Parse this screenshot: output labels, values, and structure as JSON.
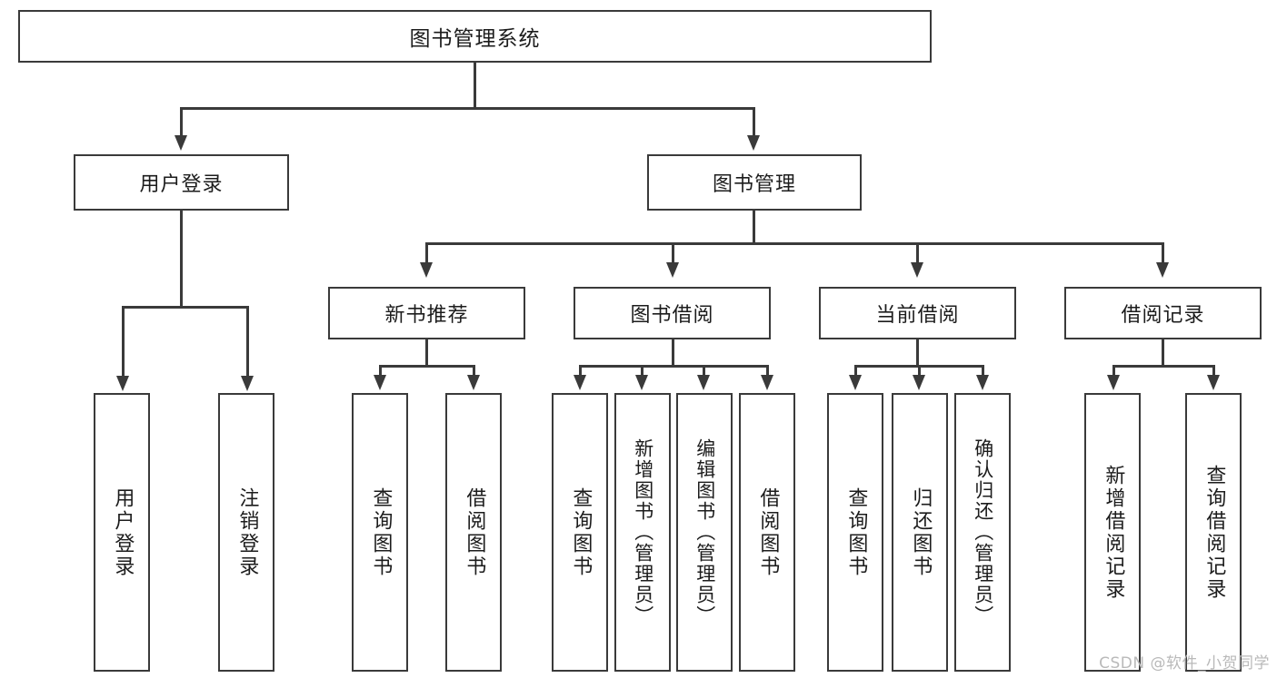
{
  "diagram": {
    "title": "图书管理系统",
    "type": "tree",
    "orientation": "top-down",
    "watermark": "CSDN @软件_小贺同学",
    "colors": {
      "box_border": "#3a3a3a",
      "box_fill": "#ffffff",
      "connector": "#3a3a3a",
      "text": "#1c1c1c",
      "watermark": "#b9b9b9",
      "background": "#ffffff"
    },
    "root": {
      "label": "图书管理系统"
    },
    "level2": [
      {
        "label": "用户登录"
      },
      {
        "label": "图书管理"
      }
    ],
    "level3": [
      {
        "label": "新书推荐"
      },
      {
        "label": "图书借阅"
      },
      {
        "label": "当前借阅"
      },
      {
        "label": "借阅记录"
      }
    ],
    "leaves": {
      "user_login": [
        {
          "label": "用户登录"
        },
        {
          "label": "注销登录"
        }
      ],
      "new_book_recommend": [
        {
          "label": "查询图书"
        },
        {
          "label": "借阅图书"
        }
      ],
      "book_borrow": [
        {
          "label": "查询图书"
        },
        {
          "label": "新增图书（管理员）"
        },
        {
          "label": "编辑图书（管理员）"
        },
        {
          "label": "借阅图书"
        }
      ],
      "current_borrow": [
        {
          "label": "查询图书"
        },
        {
          "label": "归还图书"
        },
        {
          "label": "确认归还（管理员）"
        }
      ],
      "borrow_record": [
        {
          "label": "新增借阅记录"
        },
        {
          "label": "查询借阅记录"
        }
      ]
    }
  }
}
